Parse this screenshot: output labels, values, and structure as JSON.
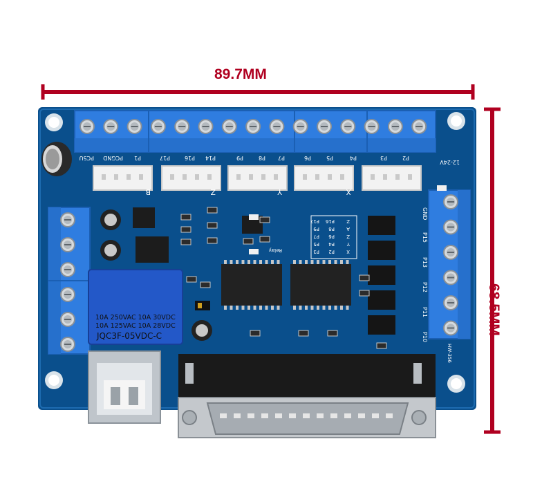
{
  "dimensions": {
    "width_label": "89.7MM",
    "height_label": "68.5MM"
  },
  "colors": {
    "pcb": "#0a4f8c",
    "pcb_dark": "#063a69",
    "terminal": "#2f7de0",
    "dimension": "#b00020",
    "relay": "#2358c8"
  },
  "relay": {
    "line1": "10A 250VAC  10A  30VDC",
    "line2": "10A 125VAC  10A  28VDC",
    "model": "JQC3F-05VDC-C"
  },
  "silkscreen": {
    "top_row": [
      "PC5U",
      "PCGND",
      "P1",
      "P17",
      "P16",
      "P14",
      "P9",
      "P8",
      "P7",
      "P6",
      "P5",
      "P4",
      "P3",
      "P2"
    ],
    "voltage": "12-24V",
    "axis_labels": [
      "B",
      "Z",
      "Y",
      "X"
    ],
    "right_pins": [
      "GND",
      "P15",
      "P13",
      "P12",
      "P11",
      "P10"
    ],
    "table": [
      [
        "Z",
        "P16",
        "P17"
      ],
      [
        "A",
        "P8",
        "P9"
      ],
      [
        "Z",
        "P6",
        "P7"
      ],
      [
        "Y",
        "P4",
        "P5"
      ],
      [
        "X",
        "P2",
        "P3"
      ]
    ],
    "relay_text": "Relay",
    "part_label": "HW-356"
  }
}
